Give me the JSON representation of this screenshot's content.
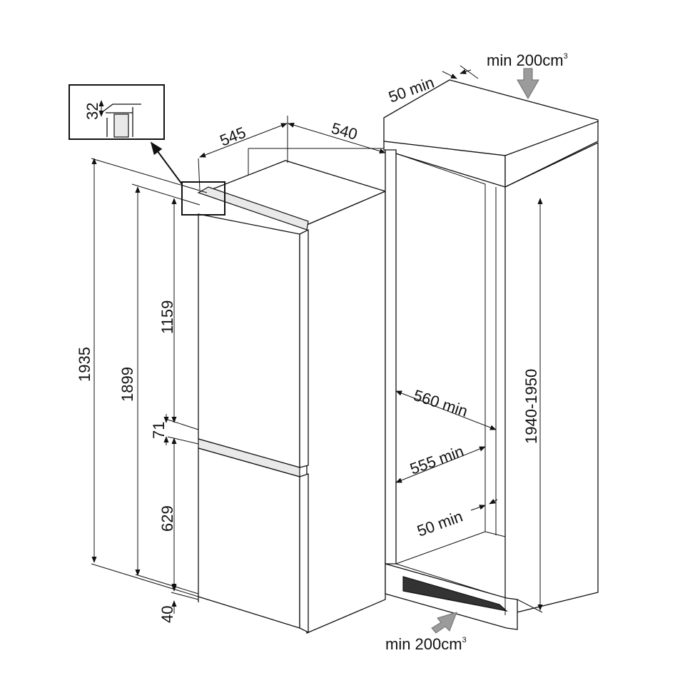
{
  "dimensions": {
    "overall_height": "1935",
    "door_height": "1899",
    "upper_door": "1159",
    "gap": "71",
    "lower_door": "629",
    "base": "40",
    "depth_top": "545",
    "width_top": "540",
    "detail_gap": "32",
    "vent_top_clearance": "50 min",
    "niche_height": "1940-1950",
    "niche_depth": "560 min",
    "niche_width": "555 min",
    "vent_rear_clearance": "50 min"
  },
  "vents": {
    "top_label": "min 200cm",
    "top_sup": "3",
    "bottom_label": "min 200cm",
    "bottom_sup": "3"
  },
  "icons": [
    "arrow-down-icon",
    "arrow-up-icon",
    "pointer-arrow-icon"
  ]
}
